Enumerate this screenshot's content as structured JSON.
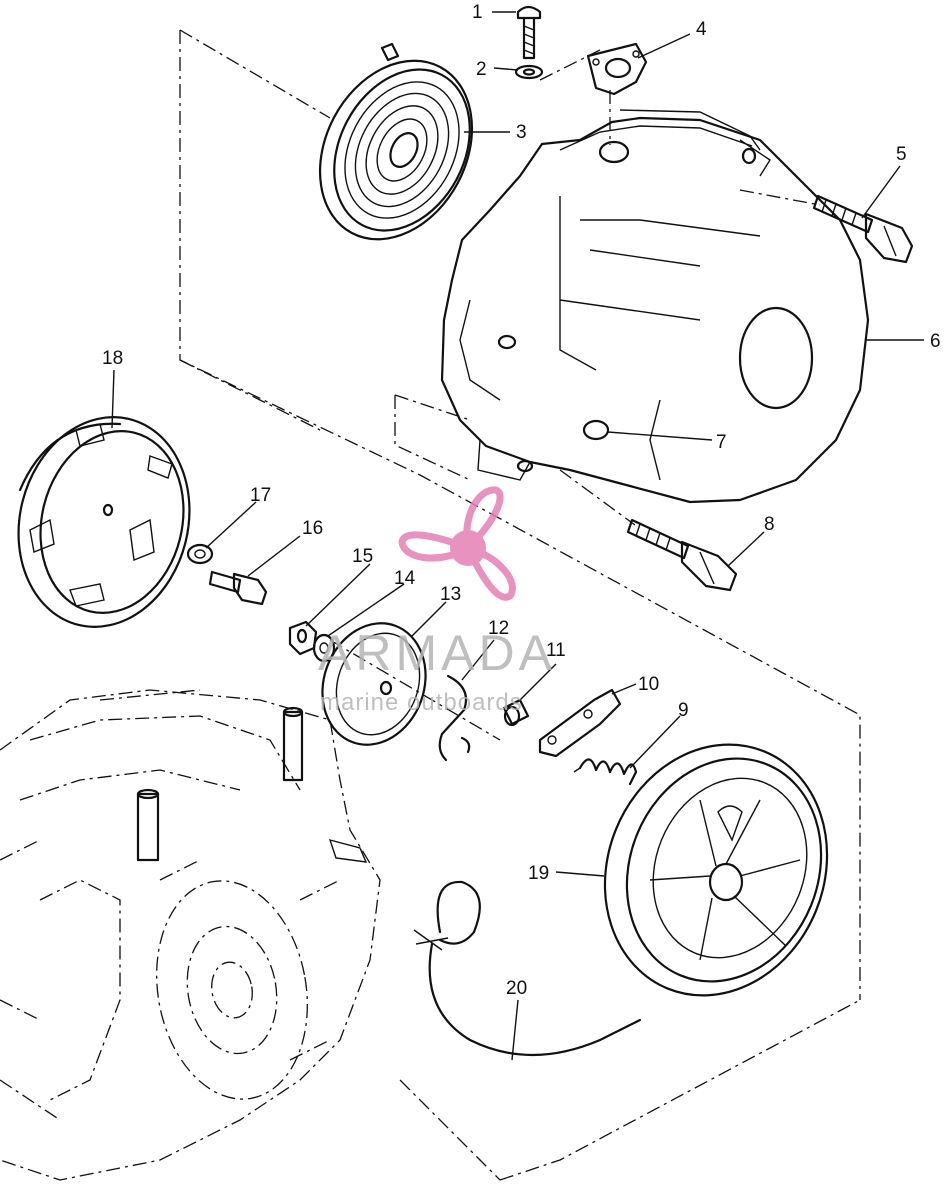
{
  "diagram": {
    "callouts": [
      {
        "id": "1",
        "label": "1"
      },
      {
        "id": "2",
        "label": "2"
      },
      {
        "id": "3",
        "label": "3"
      },
      {
        "id": "4",
        "label": "4"
      },
      {
        "id": "5",
        "label": "5"
      },
      {
        "id": "6",
        "label": "6"
      },
      {
        "id": "7",
        "label": "7"
      },
      {
        "id": "8",
        "label": "8"
      },
      {
        "id": "9",
        "label": "9"
      },
      {
        "id": "10",
        "label": "10"
      },
      {
        "id": "11",
        "label": "11"
      },
      {
        "id": "12",
        "label": "12"
      },
      {
        "id": "13",
        "label": "13"
      },
      {
        "id": "14",
        "label": "14"
      },
      {
        "id": "15",
        "label": "15"
      },
      {
        "id": "16",
        "label": "16"
      },
      {
        "id": "17",
        "label": "17"
      },
      {
        "id": "18",
        "label": "18"
      },
      {
        "id": "19",
        "label": "19"
      },
      {
        "id": "20",
        "label": "20"
      }
    ]
  },
  "watermark": {
    "brand": "ARMADA",
    "tagline": "marine outboards",
    "accent_color": "#e57fb4",
    "icon": "propeller-icon"
  }
}
